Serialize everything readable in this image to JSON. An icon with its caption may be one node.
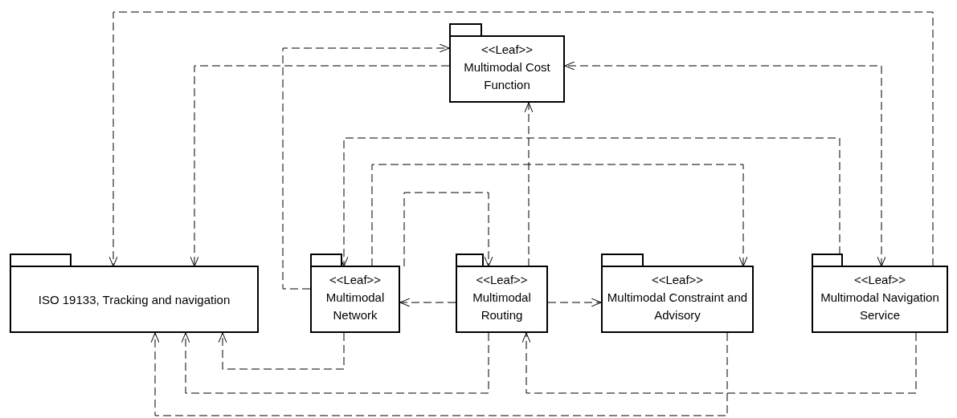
{
  "diagram": {
    "nodes": [
      {
        "text": [
          "<<Leaf>>",
          "Multimodal Cost Function"
        ]
      },
      {
        "text": [
          "ISO 19133, Tracking and navigation"
        ]
      },
      {
        "text": [
          "<<Leaf>>",
          "Multimodal Network"
        ]
      },
      {
        "text": [
          "<<Leaf>>",
          "Multimodal Routing"
        ]
      },
      {
        "text": [
          "<<Leaf>>",
          "Multimodal Constraint and Advisory"
        ]
      },
      {
        "text": [
          "<<Leaf>>",
          "Multimodal Navigation Service"
        ]
      }
    ],
    "edges": [
      {
        "from": 5,
        "to": 1,
        "arrow": "to",
        "style": "dashed"
      },
      {
        "from": 0,
        "to": 1,
        "arrow": "to",
        "style": "dashed"
      },
      {
        "from": 2,
        "to": 0,
        "arrow": "to",
        "style": "dashed"
      },
      {
        "from": 5,
        "to": 0,
        "arrow": "both",
        "style": "dashed"
      },
      {
        "from": 3,
        "to": 0,
        "arrow": "to",
        "style": "dashed"
      },
      {
        "from": 5,
        "to": 2,
        "arrow": "to",
        "style": "dashed"
      },
      {
        "from": 2,
        "to": 4,
        "arrow": "to",
        "style": "dashed"
      },
      {
        "from": 2,
        "to": 3,
        "arrow": "to",
        "style": "dashed"
      },
      {
        "from": 3,
        "to": 2,
        "arrow": "to",
        "style": "dashed"
      },
      {
        "from": 3,
        "to": 4,
        "arrow": "to",
        "style": "dashed"
      },
      {
        "from": 2,
        "to": 1,
        "arrow": "to",
        "style": "dashed"
      },
      {
        "from": 3,
        "to": 1,
        "arrow": "to",
        "style": "dashed"
      },
      {
        "from": 4,
        "to": 1,
        "arrow": "to",
        "style": "dashed"
      },
      {
        "from": 5,
        "to": 3,
        "arrow": "to",
        "style": "dashed"
      }
    ]
  }
}
